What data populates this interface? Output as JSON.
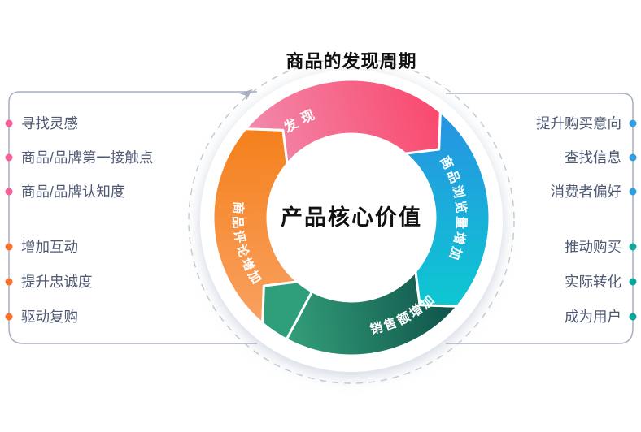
{
  "title": {
    "text": "商品的发现周期"
  },
  "center": {
    "text": "产品核心价值"
  },
  "ring": {
    "flow_direction": "clockwise",
    "segments": [
      {
        "id": "discovery",
        "label": "发现",
        "color_from": "#F287A9",
        "color_to": "#F9486D"
      },
      {
        "id": "product-views-increase",
        "label": "商品浏览量增加",
        "color_from": "#2793E3",
        "color_to": "#0CC9D1"
      },
      {
        "id": "sales-increase",
        "label": "销售额增加",
        "color_from": "#0E4F48",
        "color_to": "#36A67E"
      },
      {
        "id": "product-reviews-increase",
        "label": "商品评论增加",
        "color_from": "#F5811E",
        "color_to": "#F9A263"
      }
    ]
  },
  "left_panel": {
    "top": {
      "bullet_color": "#F85E9B",
      "items": [
        {
          "label": "寻找灵感"
        },
        {
          "label": "商品/品牌第一接触点"
        },
        {
          "label": "商品/品牌认知度"
        }
      ]
    },
    "bottom": {
      "bullet_color": "#F8702E",
      "items": [
        {
          "label": "增加互动"
        },
        {
          "label": "提升忠诚度"
        },
        {
          "label": "驱动复购"
        }
      ]
    }
  },
  "right_panel": {
    "top": {
      "bullet_color": "#2E9EE0",
      "items": [
        {
          "label": "提升购买意向"
        },
        {
          "label": "查找信息"
        },
        {
          "label": "消费者偏好"
        }
      ]
    },
    "bottom": {
      "bullet_color": "#0BA69C",
      "items": [
        {
          "label": "推动购买"
        },
        {
          "label": "实际转化"
        },
        {
          "label": "成为用户"
        }
      ]
    }
  },
  "decor": {
    "bracket_color": "#A6AEBF",
    "dashed_circle_color": "#C2C7D0"
  }
}
